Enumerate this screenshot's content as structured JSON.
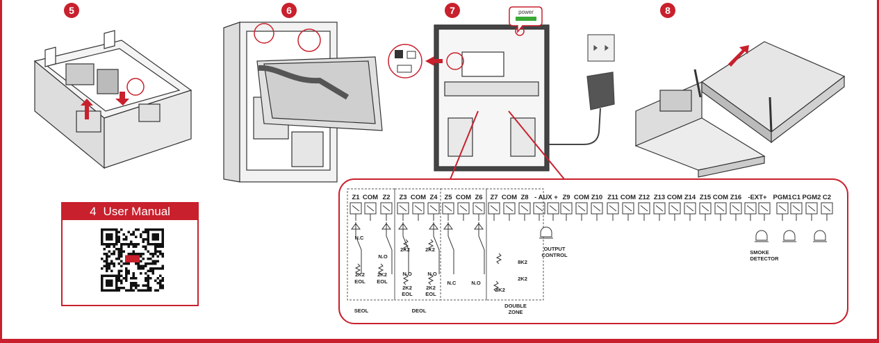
{
  "steps": [
    "5",
    "6",
    "7",
    "8"
  ],
  "manual": {
    "number": "4",
    "title": "User Manual"
  },
  "power_label": "power",
  "terminals_top": [
    "Z1",
    "COM",
    "Z2",
    "Z3",
    "COM",
    "Z4",
    "Z5",
    "COM",
    "Z6",
    "Z7",
    "COM",
    "Z8",
    "- AUX +",
    "Z9",
    "COM",
    "Z10",
    "Z11",
    "COM",
    "Z12",
    "Z13",
    "COM",
    "Z14",
    "Z15",
    "COM",
    "Z16",
    "-EXT+",
    "PGM1",
    "C1",
    "PGM2",
    "C2"
  ],
  "wiring_labels": {
    "nc": "N.C",
    "no": "N.O",
    "r2k2": "2K2",
    "eol": "EOL",
    "r8k2": "8K2",
    "seol": "SEOL",
    "deol": "DEOL",
    "double_zone_1": "DOUBLE",
    "double_zone_2": "ZONE",
    "output_control_1": "OUTPUT",
    "output_control_2": "CONTROL",
    "smoke_1": "SMOKE",
    "smoke_2": "DETECTOR"
  },
  "colors": {
    "accent": "#c8202d",
    "line": "#333333",
    "green": "#3aa935"
  }
}
